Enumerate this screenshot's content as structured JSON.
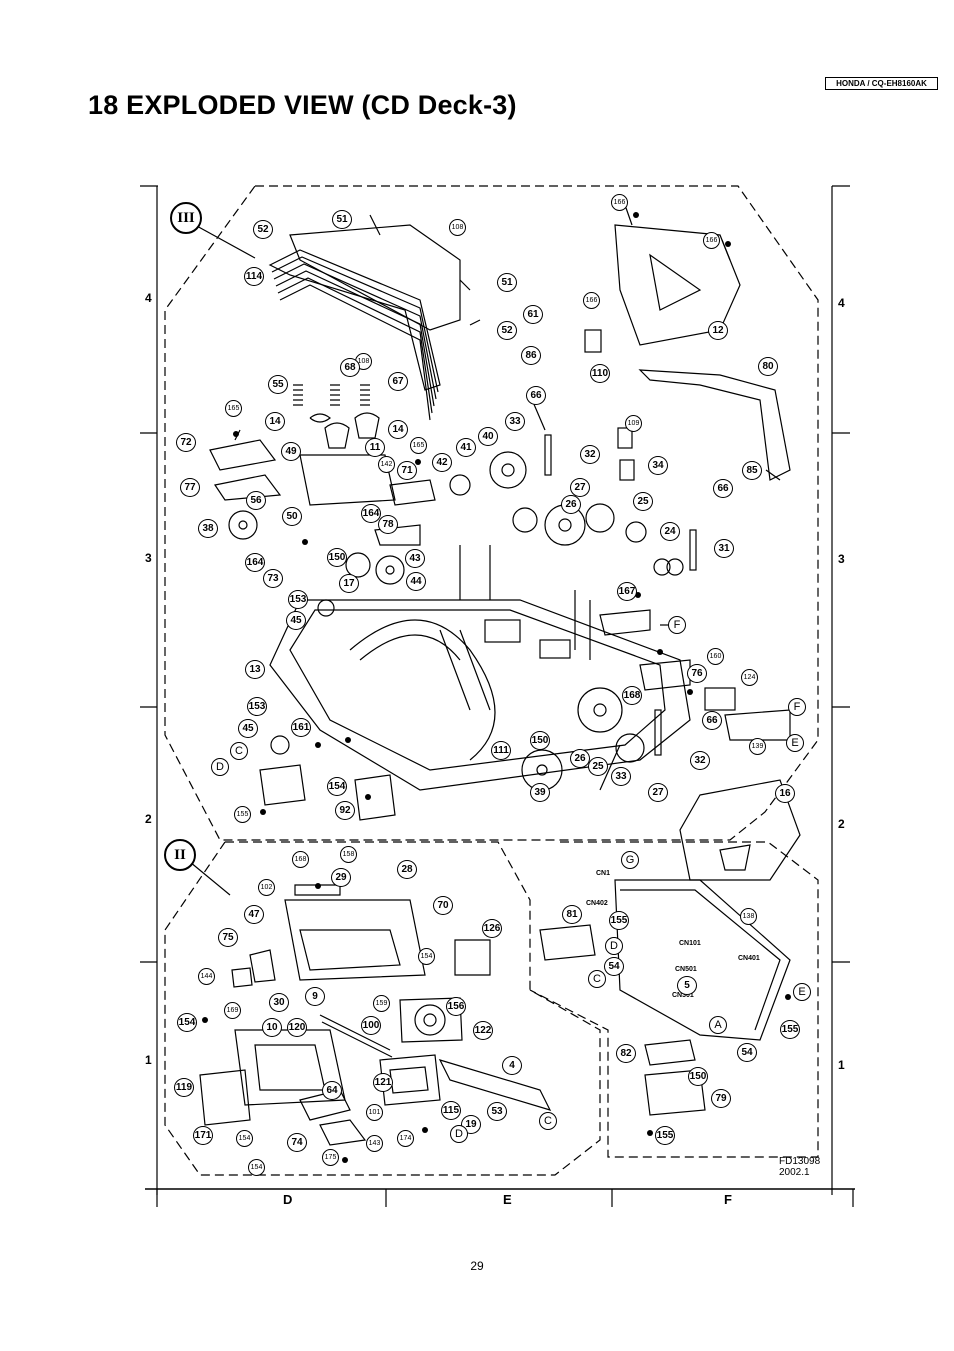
{
  "header": {
    "model": "HONDA / CQ-EH8160AK"
  },
  "title": "18 EXPLODED VIEW (CD Deck-3)",
  "footer": {
    "page_number": "29"
  },
  "figure": {
    "code": "FD13098",
    "date": "2002.1",
    "row_labels": [
      "4",
      "3",
      "2",
      "1"
    ],
    "column_labels": [
      "D",
      "E",
      "F"
    ],
    "section_labels": [
      "III",
      "II"
    ],
    "connector_labels": [
      "CN1",
      "CN402",
      "CN101",
      "CN501",
      "CN301",
      "CN401"
    ],
    "callouts": [
      "166",
      "166",
      "166",
      "108",
      "51",
      "52",
      "114",
      "51",
      "52",
      "61",
      "86",
      "110",
      "12",
      "80",
      "108",
      "68",
      "55",
      "67",
      "66",
      "109",
      "165",
      "14",
      "14",
      "11",
      "165",
      "72",
      "49",
      "142",
      "71",
      "40",
      "33",
      "41",
      "42",
      "32",
      "34",
      "27",
      "26",
      "25",
      "24",
      "31",
      "77",
      "56",
      "50",
      "78",
      "38",
      "164",
      "164",
      "43",
      "150",
      "73",
      "17",
      "44",
      "153",
      "45",
      "85",
      "66",
      "167",
      "13",
      "160",
      "76",
      "124",
      "168",
      "66",
      "153",
      "45",
      "161",
      "111",
      "150",
      "26",
      "25",
      "33",
      "32",
      "27",
      "39",
      "154",
      "92",
      "155",
      "16",
      "168",
      "158",
      "28",
      "29",
      "102",
      "70",
      "47",
      "126",
      "75",
      "154",
      "144",
      "30",
      "169",
      "9",
      "159",
      "156",
      "154",
      "10",
      "120",
      "100",
      "122",
      "4",
      "119",
      "121",
      "64",
      "115",
      "19",
      "53",
      "101",
      "171",
      "154",
      "74",
      "143",
      "174",
      "175",
      "154",
      "138",
      "81",
      "155",
      "54",
      "5",
      "82",
      "54",
      "150",
      "79",
      "155",
      "155",
      "139"
    ],
    "letter_callouts": [
      "F",
      "E",
      "C",
      "D",
      "F",
      "G",
      "D",
      "C",
      "E",
      "A",
      "D",
      "C"
    ]
  }
}
